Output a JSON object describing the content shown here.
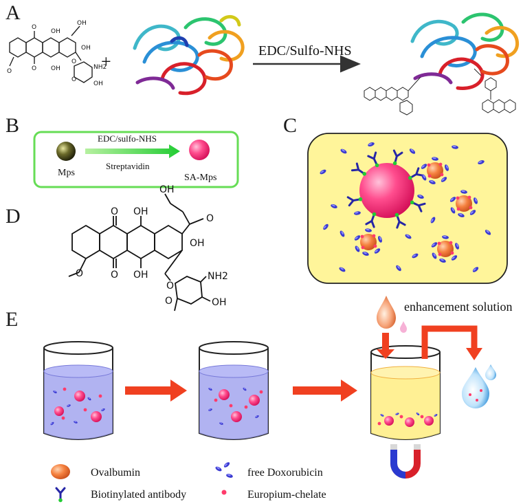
{
  "panels": {
    "a": "A",
    "b": "B",
    "c": "C",
    "d": "D",
    "e": "E"
  },
  "panel_a": {
    "reagent_label": "EDC/Sulfo-NHS",
    "plus": "+",
    "molecule_atoms": [
      "O",
      "OH",
      "OH",
      "OH",
      "O",
      "O",
      "OH",
      "O",
      "O",
      "NH2",
      "OH"
    ]
  },
  "panel_b": {
    "reagent_top": "EDC/sulfo-NHS",
    "reagent_bottom": "Streptavidin",
    "start_label": "Mps",
    "end_label": "SA-Mps"
  },
  "panel_d": {
    "atoms": {
      "o_top_left": "O",
      "oh_top_center": "OH",
      "oh_side_chain": "OH",
      "o_keto": "O",
      "oh_ring": "OH",
      "o_bottom_left": "O",
      "oh_bottom_center": "OH",
      "o_glycoside": "O",
      "o_methoxy": "O",
      "nh2": "NH2",
      "o_sugar": "O",
      "oh_sugar": "OH"
    }
  },
  "panel_e": {
    "enhancement_label": "enhancement solution"
  },
  "legend": {
    "ovalbumin": "Ovalbumin",
    "free_doxorubicin": "free Doxorubicin",
    "biotinylated_antibody": "Biotinylated antibody",
    "europium_chelate": "Europium-chelate"
  },
  "colors": {
    "panel_b_border": "#66dd55",
    "panel_c_fill": "#fff59a",
    "arrow_red": "#f04020",
    "bead_pink": "#ff2f7a",
    "ovalbumin_orange": "#f07a3a",
    "doxorubicin_blue": "#3a3ad0",
    "antibody_blue": "#2626a6",
    "biotin_green": "#22cc33",
    "liquid_blue": "#9da0ee",
    "liquid_yellow": "#ffee88"
  }
}
